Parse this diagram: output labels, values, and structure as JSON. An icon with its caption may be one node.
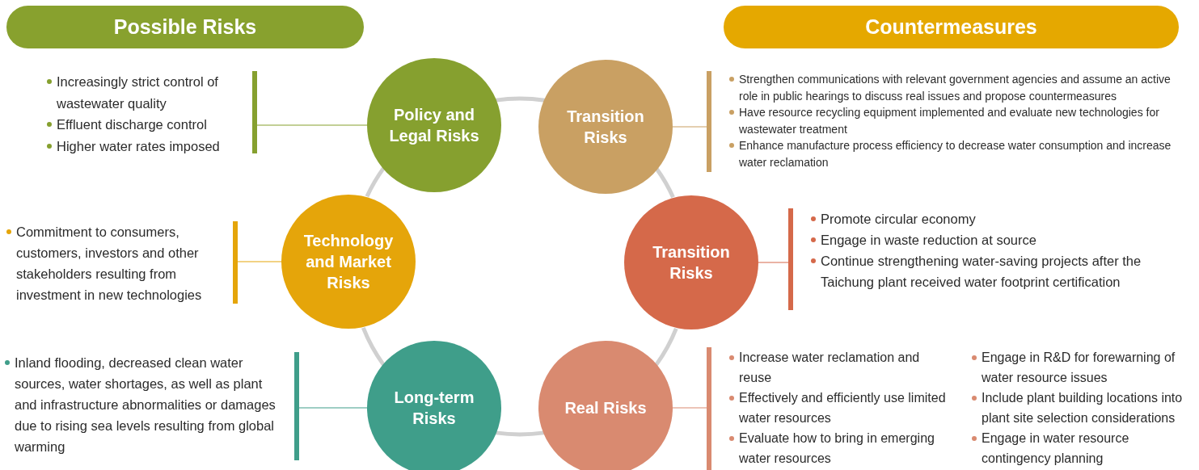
{
  "diagram": {
    "nodes": [
      {
        "text": [
          "Possible Risks"
        ]
      },
      {
        "text": [
          "Countermeasures"
        ]
      },
      {
        "text": [
          "Policy and Legal Risks"
        ]
      },
      {
        "text": [
          "Transition Risks"
        ]
      },
      {
        "text": [
          "Technology and Market Risks"
        ]
      },
      {
        "text": [
          "Transition Risks"
        ]
      },
      {
        "text": [
          "Long-term Risks"
        ]
      },
      {
        "text": [
          "Real Risks"
        ]
      },
      {
        "text": [
          "Increasingly strict control of wastewater quality",
          "Effluent discharge control",
          "Higher water rates imposed"
        ]
      },
      {
        "text": [
          "Strengthen communications with relevant government agencies and assume an active role in public hearings to discuss real issues and propose countermeasures",
          "Have resource recycling equipment implemented and evaluate new technologies for wastewater treatment",
          "Enhance manufacture process efficiency to decrease water consumption and increase water reclamation"
        ]
      },
      {
        "text": [
          "Commitment to consumers, customers, investors and other stakeholders resulting from investment in new technologies"
        ]
      },
      {
        "text": [
          "Promote circular economy",
          "Engage in waste reduction at source",
          "Continue strengthening water-saving projects after the Taichung plant received water footprint certification"
        ]
      },
      {
        "text": [
          "Inland flooding, decreased clean water sources, water shortages, as well as plant and infrastructure abnormalities or damages due to rising sea levels resulting from global warming"
        ]
      },
      {
        "text": [
          "Increase water reclamation and reuse",
          "Effectively and efficiently use limited water resources",
          "Evaluate how to bring in emerging water resources",
          "Engage in R&D for forewarning of water resource issues",
          "Include plant building locations into plant site selection considerations",
          "Engage in water resource contingency planning"
        ]
      }
    ],
    "edges": [
      {
        "from": 2,
        "to": 8,
        "arrow": "none",
        "color": "#86a02f"
      },
      {
        "from": 3,
        "to": 9,
        "arrow": "none",
        "color": "#c9a063"
      },
      {
        "from": 4,
        "to": 10,
        "arrow": "none",
        "color": "#e5a50a"
      },
      {
        "from": 5,
        "to": 11,
        "arrow": "none",
        "color": "#d5694a"
      },
      {
        "from": 6,
        "to": 12,
        "arrow": "none",
        "color": "#3f9e8a"
      },
      {
        "from": 7,
        "to": 13,
        "arrow": "none",
        "color": "#d98a70"
      },
      {
        "from": 2,
        "to": 3,
        "arrow": "none",
        "style": "thick",
        "color": "#d0d0d0"
      },
      {
        "from": 3,
        "to": 5,
        "arrow": "none",
        "style": "thick",
        "color": "#d0d0d0"
      },
      {
        "from": 5,
        "to": 7,
        "arrow": "none",
        "style": "thick",
        "color": "#d0d0d0"
      },
      {
        "from": 7,
        "to": 6,
        "arrow": "none",
        "style": "thick",
        "color": "#d0d0d0"
      },
      {
        "from": 6,
        "to": 4,
        "arrow": "none",
        "style": "thick",
        "color": "#d0d0d0"
      },
      {
        "from": 4,
        "to": 2,
        "arrow": "none",
        "style": "thick",
        "color": "#d0d0d0"
      }
    ]
  }
}
